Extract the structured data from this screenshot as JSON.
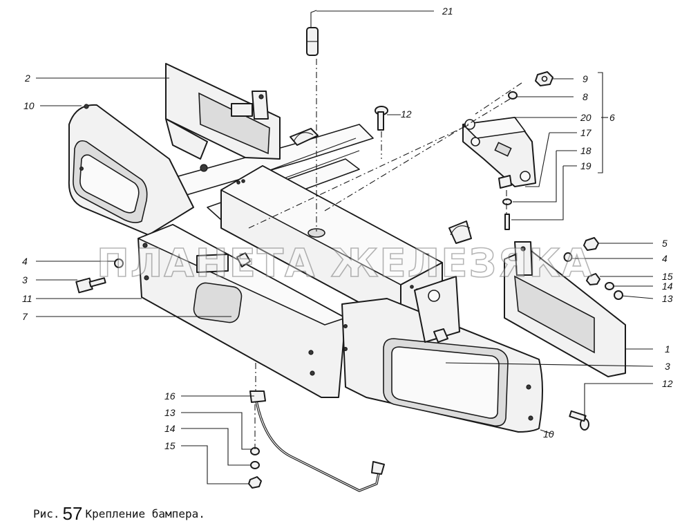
{
  "watermark": "ПЛАНЕТА ЖЕЛЕЗЯКА",
  "caption": {
    "prefix": "Рис.",
    "number": "57",
    "title": "Крепление бампера."
  },
  "callouts": {
    "c1": "1",
    "c2": "2",
    "c3a": "3",
    "c3b": "3",
    "c4a": "4",
    "c4b": "4",
    "c5": "5",
    "c6": "6",
    "c7": "7",
    "c8": "8",
    "c9": "9",
    "c10a": "10",
    "c10b": "10",
    "c11": "11",
    "c12a": "12",
    "c12b": "12",
    "c13a": "13",
    "c13b": "13",
    "c14a": "14",
    "c14b": "14",
    "c15a": "15",
    "c15b": "15",
    "c16": "16",
    "c17": "17",
    "c18": "18",
    "c19": "19",
    "c20": "20",
    "c21": "21"
  }
}
